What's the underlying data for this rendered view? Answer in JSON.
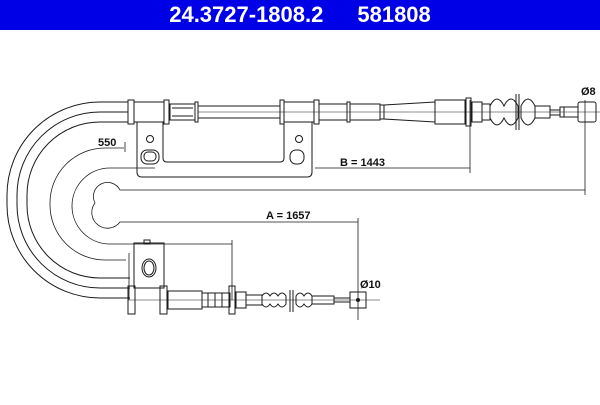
{
  "header": {
    "part_number": "24.3727-1808.2",
    "ref_number": "581808",
    "background_color": "#0000e6",
    "text_color": "#ffffff"
  },
  "drawing": {
    "type": "parking brake cable technical drawing",
    "dimensions": {
      "sheath_offset": "550",
      "B": "B = 1443",
      "A": "A = 1657",
      "end_top_diameter": "Ø8",
      "end_bottom_diameter": "Ø10"
    },
    "line_color": "#1a1a1a"
  }
}
